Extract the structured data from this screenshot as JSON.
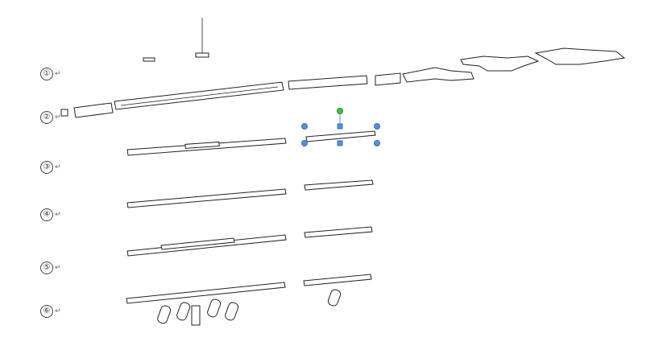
{
  "document": {
    "item_labels": [
      "①",
      "②",
      "③",
      "④",
      "⑤",
      "⑥"
    ],
    "paragraph_mark": "↵"
  },
  "selection": {
    "handle_color": "#5b8fd8",
    "rotate_handle_color": "#3ec43e"
  }
}
